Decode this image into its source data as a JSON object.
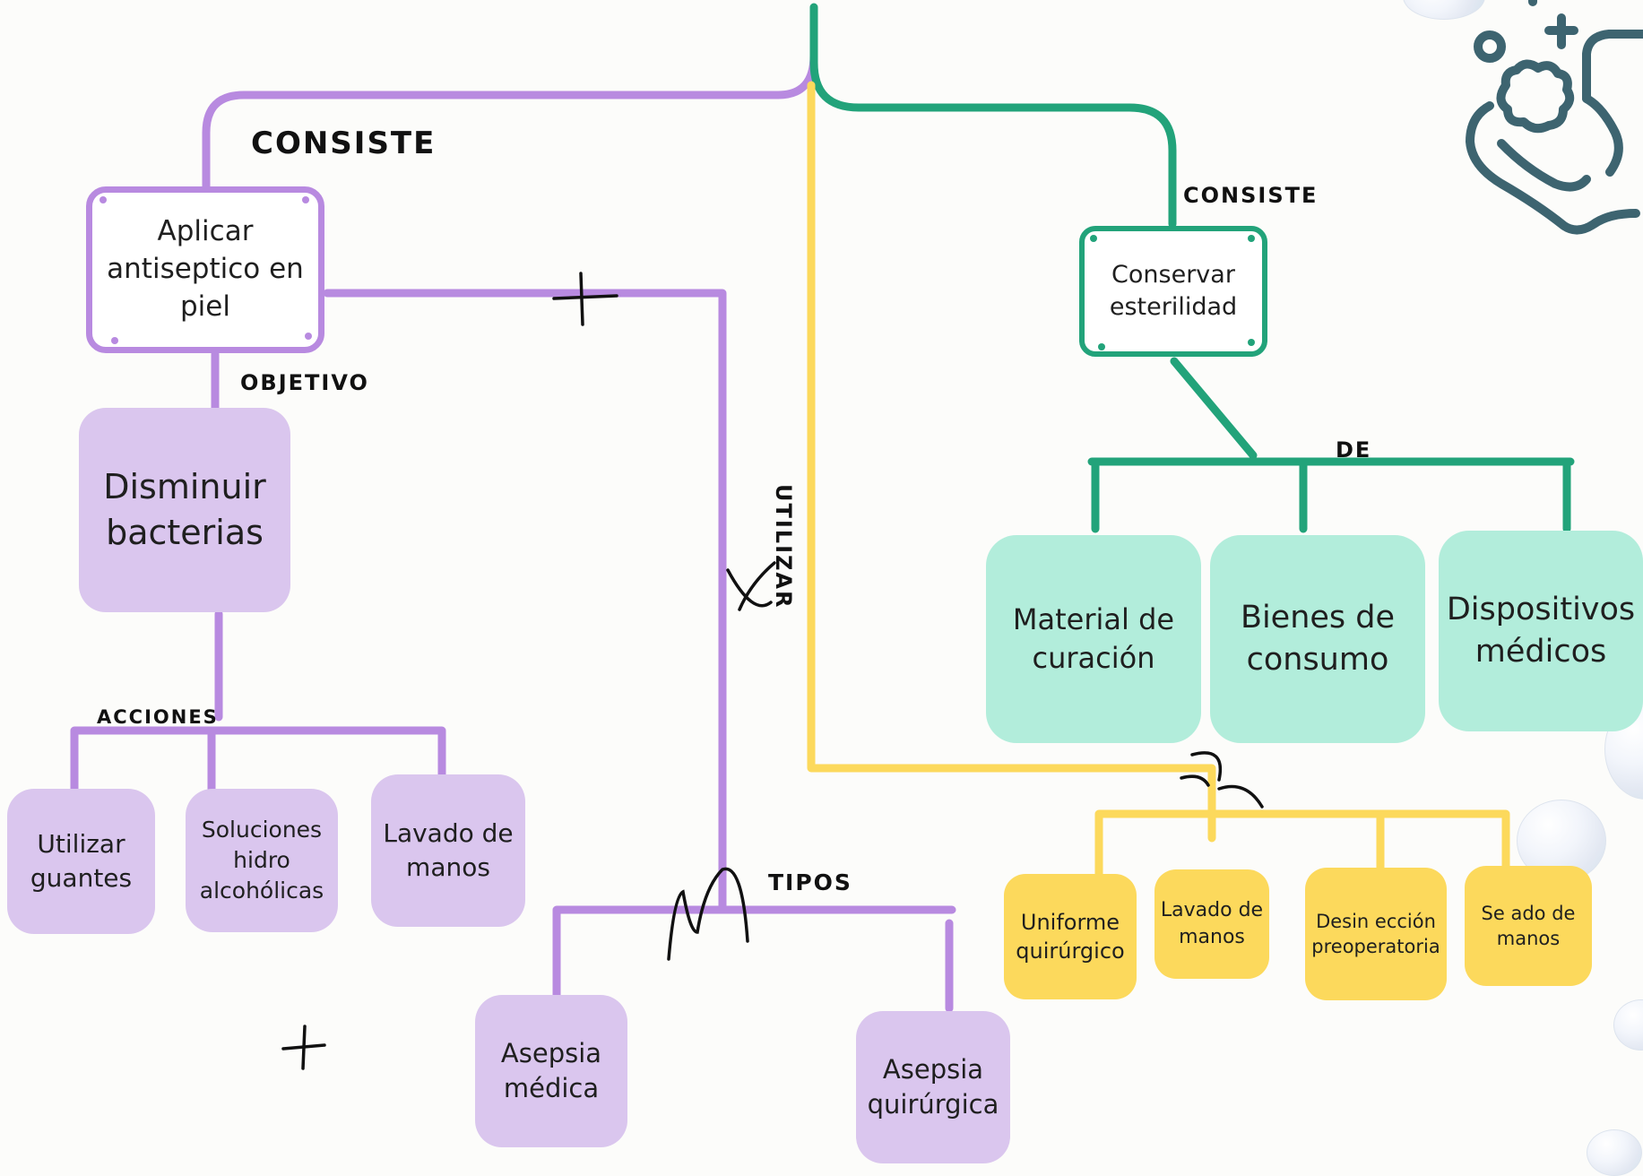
{
  "labels": {
    "consiste_left": "CONSISTE",
    "objetivo": "OBJETIVO",
    "acciones": "ACCIONES",
    "tipos": "TIPOS",
    "utilizar": "UTILIZAR",
    "consiste_right": "CONSISTE",
    "de": "DE"
  },
  "nodes": {
    "aplicar": "Aplicar antiseptico en piel",
    "disminuir": "Disminuir bacterias",
    "utilizar_guantes": "Utilizar guantes",
    "soluciones": "Soluciones hidro alcohólicas",
    "lavado_izq": "Lavado de manos",
    "asepsia_medica": "Asepsia médica",
    "asepsia_quirurgica": "Asepsia quirúrgica",
    "conservar": "Conservar esterilidad",
    "material": "Material de curación",
    "bienes": "Bienes de consumo",
    "dispositivos": "Dispositivos médicos",
    "uniforme": "Uniforme quirúrgico",
    "lavado_der": "Lavado de manos",
    "desinfeccion": "Desin ección preoperatoria",
    "secado": "Se ado de manos"
  },
  "colors": {
    "purple": "#b88ae0",
    "green": "#22a37a",
    "yellow": "#fcd95c",
    "lilac_fill": "#dac6ee",
    "mint_fill": "#b2eddb",
    "icon": "#3d6470"
  },
  "icons": [
    "handwash-icon"
  ]
}
